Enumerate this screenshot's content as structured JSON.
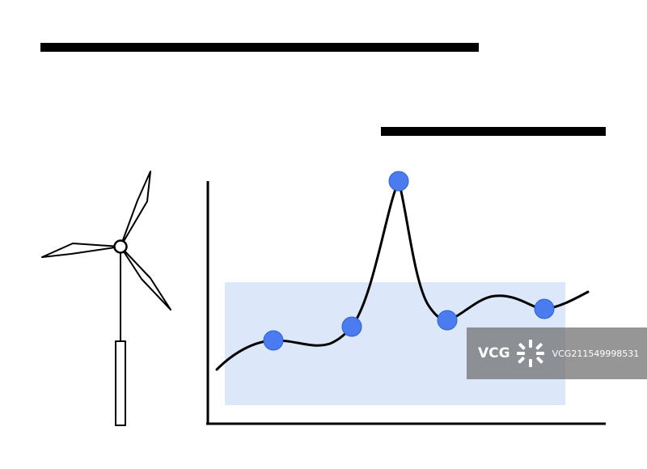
{
  "illustration": {
    "line_color": "#000000",
    "band_color": "#dce8fa",
    "marker_color": "#4a7cf0",
    "marker_edge_color": "#2f5fd6",
    "icon": "wind-turbine-icon",
    "markers": [
      {
        "id": 1
      },
      {
        "id": 2
      },
      {
        "id": 3
      },
      {
        "id": 4
      },
      {
        "id": 5
      }
    ]
  },
  "watermark": {
    "logo": "VCG",
    "id_text": "VCG211549998531"
  }
}
